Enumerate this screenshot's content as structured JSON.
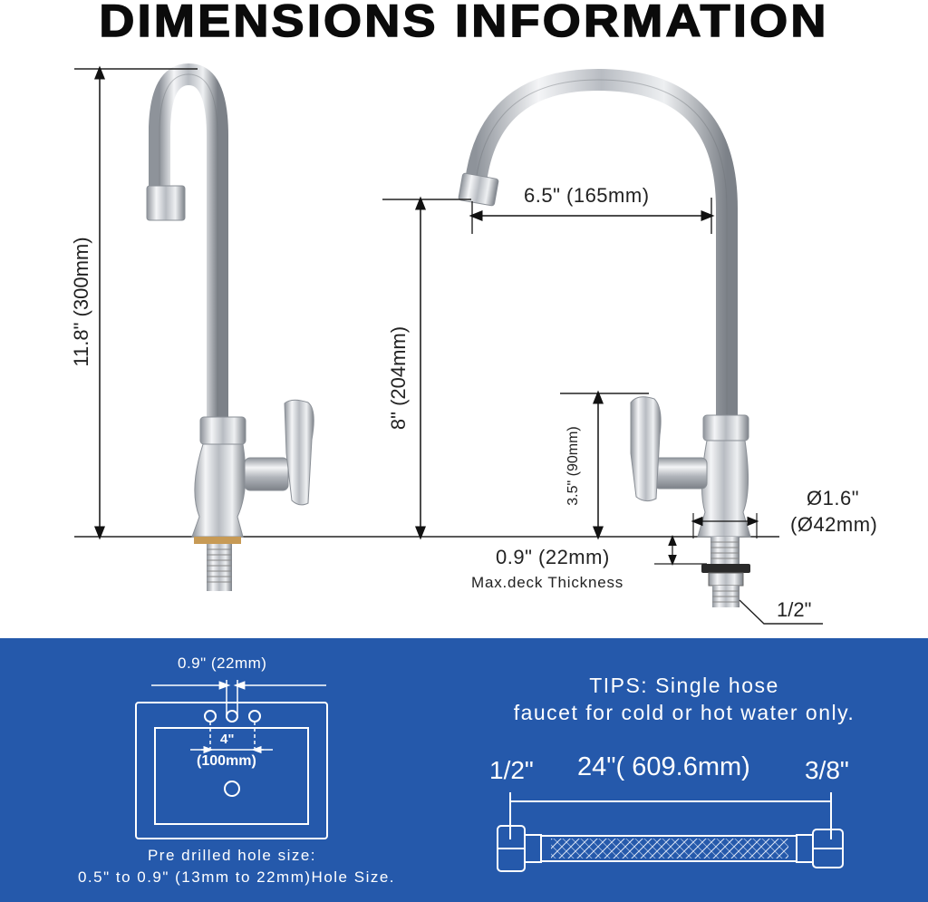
{
  "title": "DIMENSIONS INFORMATION",
  "colors": {
    "panel_blue": "#2559ab",
    "line": "#222222",
    "chrome": "#c9ccd1"
  },
  "faucet_left": {
    "total_height_label": "11.8\" (300mm)"
  },
  "faucet_right": {
    "reach_label": "6.5\" (165mm)",
    "spout_height_label": "8\" (204mm)",
    "handle_height_label": "3.5\" (90mm)",
    "base_diameter_label": "Ø1.6\"",
    "base_diameter_mm_label": "(Ø42mm)",
    "deck_thickness_label": "0.9\" (22mm)",
    "deck_thickness_caption": "Max.deck Thickness",
    "thread_label": "1/2\""
  },
  "sink_diagram": {
    "hole_width_label": "0.9\" (22mm)",
    "hole_spacing_in": "4\"",
    "hole_spacing_mm": "(100mm)",
    "caption_line1": "Pre drilled hole size:",
    "caption_line2": "0.5\" to 0.9\" (13mm to 22mm)Hole Size."
  },
  "tips": {
    "line1": "TIPS: Single hose",
    "line2": "faucet for cold or hot water only."
  },
  "hose": {
    "left_size": "1/2\"",
    "length_label": "24\"( 609.6mm)",
    "right_size": "3/8\""
  }
}
